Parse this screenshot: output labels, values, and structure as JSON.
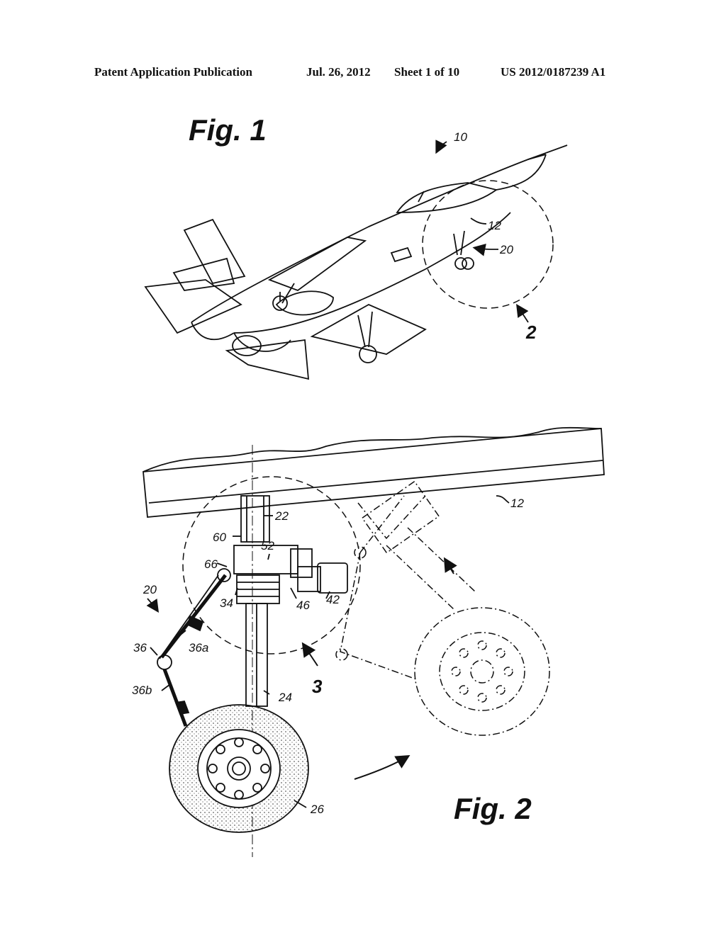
{
  "header": {
    "publication_type": "Patent Application Publication",
    "date": "Jul. 26, 2012",
    "sheet": "Sheet 1 of 10",
    "publication_number": "US 2012/0187239 A1"
  },
  "figures": {
    "fig1_label": "Fig. 1",
    "fig2_label": "Fig. 2"
  },
  "fig1_refs": {
    "aircraft": "10",
    "fuselage": "12",
    "landing_gear": "20",
    "detail_view": "2"
  },
  "fig2_refs": {
    "structure": "12",
    "mount": "22",
    "strut": "24",
    "wheel": "26",
    "pivot": "34",
    "link": "36",
    "link_upper": "36a",
    "link_lower": "36b",
    "motor": "42",
    "gear": "46",
    "drive": "52",
    "actuator": "60",
    "joint": "66",
    "gear_assembly": "20",
    "detail_view": "3"
  }
}
